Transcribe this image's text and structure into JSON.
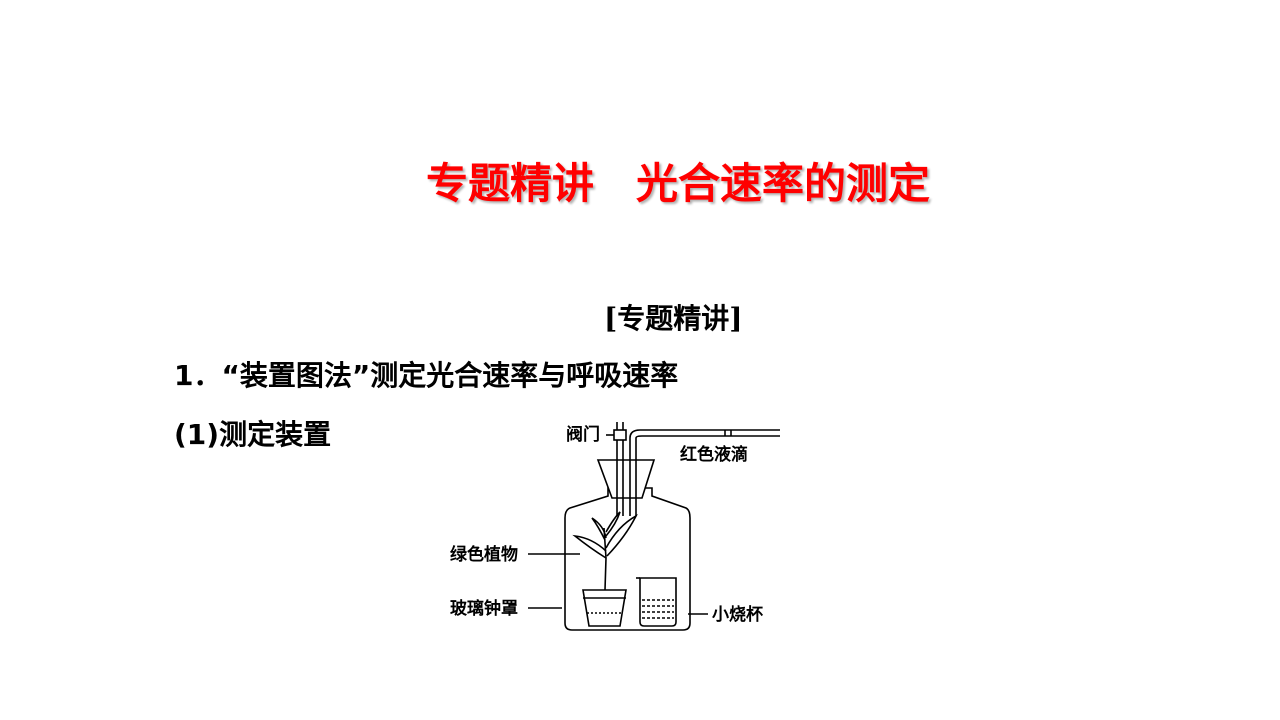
{
  "title": "专题精讲　光合速率的测定",
  "section_label": "[专题精讲]",
  "heading_1": "1．“装置图法”测定光合速率与呼吸速率",
  "heading_2": "(1)测定装置",
  "diagram": {
    "labels": {
      "valve": "阀门",
      "red_droplet": "红色液滴",
      "green_plant": "绿色植物",
      "glass_bell_jar": "玻璃钟罩",
      "small_beaker": "小烧杯"
    }
  },
  "colors": {
    "title": "#ff0000",
    "text": "#000000",
    "background": "#ffffff"
  }
}
